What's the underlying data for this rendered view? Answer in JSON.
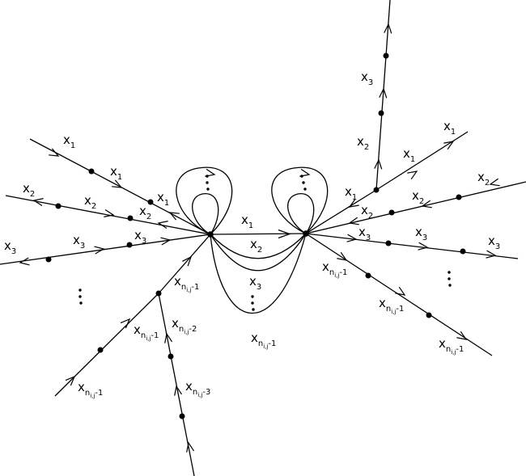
{
  "labels": {
    "x1": "x",
    "x2": "x",
    "x3": "x",
    "s1": "1",
    "s2": "2",
    "s3": "3",
    "n": "n",
    "ij": "i,j",
    "m1": "-1",
    "m2": "-2",
    "m3": "-3"
  },
  "colors": {
    "ink": "#000000",
    "background": "#ffffff"
  }
}
